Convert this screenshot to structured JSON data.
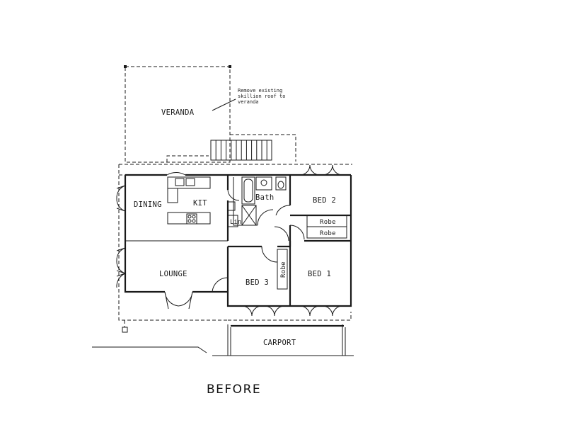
{
  "plan": {
    "title": "BEFORE",
    "note": [
      "Remove existing",
      "skillion roof to",
      "veranda"
    ],
    "rooms": {
      "veranda": "VERANDA",
      "dining": "DINING",
      "kitchen": "KIT",
      "bath": "Bath",
      "linen": "Lin",
      "bed2": "BED 2",
      "robe_a": "Robe",
      "robe_b": "Robe",
      "lounge": "LOUNGE",
      "robe_bed3": "Robe",
      "bed3": "BED 3",
      "bed1": "BED 1",
      "carport": "CARPORT"
    }
  }
}
